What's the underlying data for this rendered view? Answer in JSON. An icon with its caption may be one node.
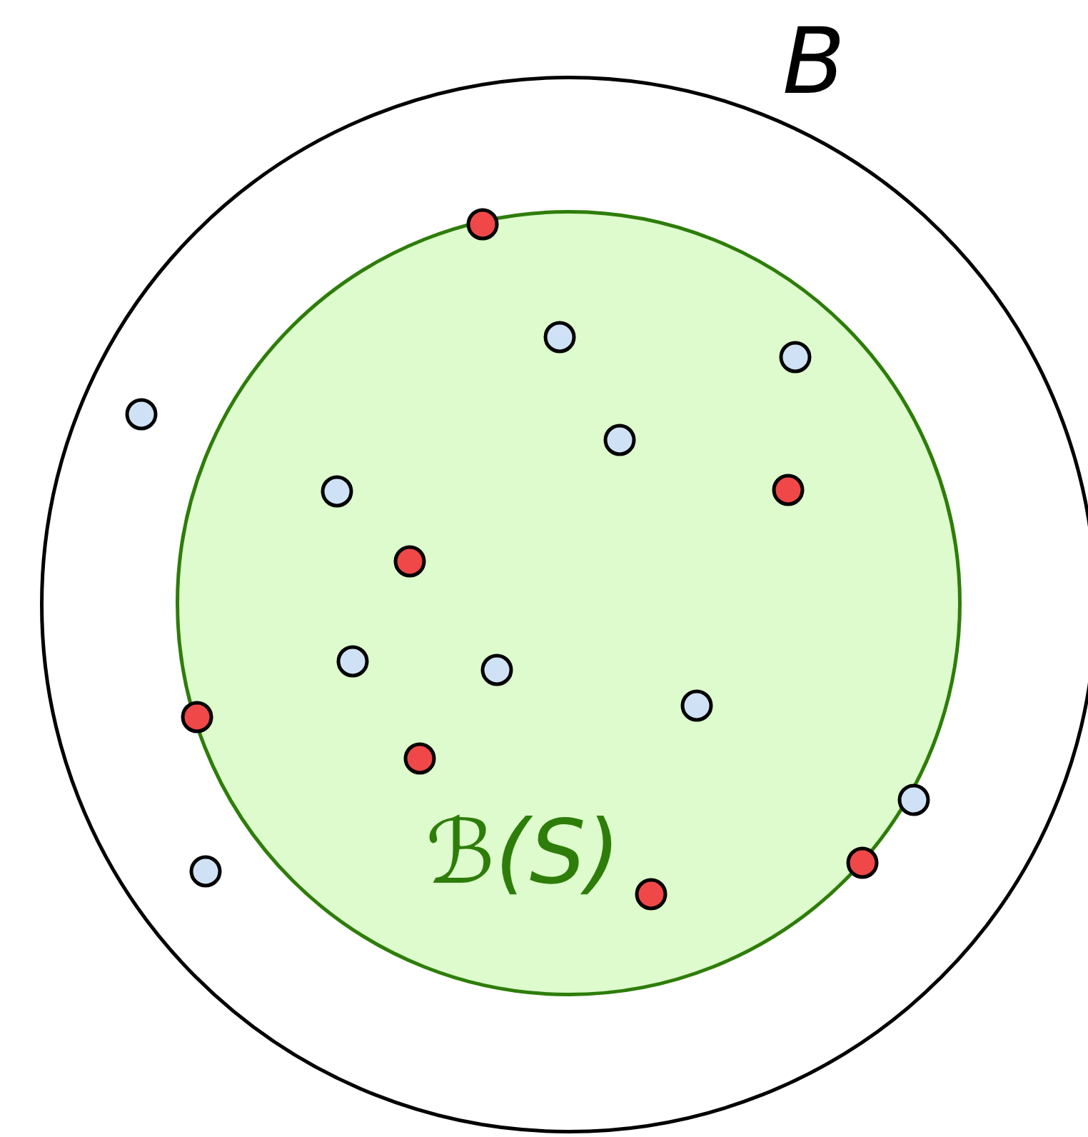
{
  "diagram": {
    "nodes": [
      {
        "text": [
          "B"
        ]
      },
      {
        "text": [
          "ℬ(S)"
        ],
        "in": 0
      }
    ]
  }
}
